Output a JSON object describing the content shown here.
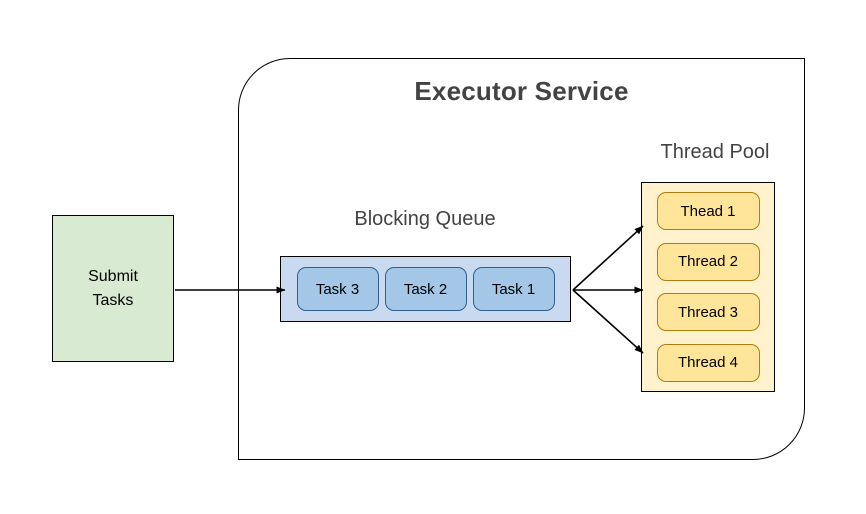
{
  "diagram": {
    "title": "Executor Service",
    "submit": {
      "label": "Submit\nTasks"
    },
    "blocking_queue": {
      "label": "Blocking Queue",
      "tasks": [
        {
          "label": "Task 3"
        },
        {
          "label": "Task 2"
        },
        {
          "label": "Task 1"
        }
      ]
    },
    "thread_pool": {
      "label": "Thread Pool",
      "threads": [
        {
          "label": "Thead 1"
        },
        {
          "label": "Thread 2"
        },
        {
          "label": "Thread 3"
        },
        {
          "label": "Thread 4"
        }
      ]
    },
    "connectors": [
      {
        "name": "submit-to-queue"
      },
      {
        "name": "queue-to-thread-upper"
      },
      {
        "name": "queue-to-thread-middle"
      },
      {
        "name": "queue-to-thread-lower"
      }
    ],
    "colors": {
      "submit_fill": "#d9ead3",
      "queue_fill": "#c9daf0",
      "task_fill": "#a4c7e8",
      "pool_fill": "#fff2cc",
      "thread_fill": "#ffe599",
      "stroke": "#000000",
      "label_text": "#434343"
    }
  }
}
